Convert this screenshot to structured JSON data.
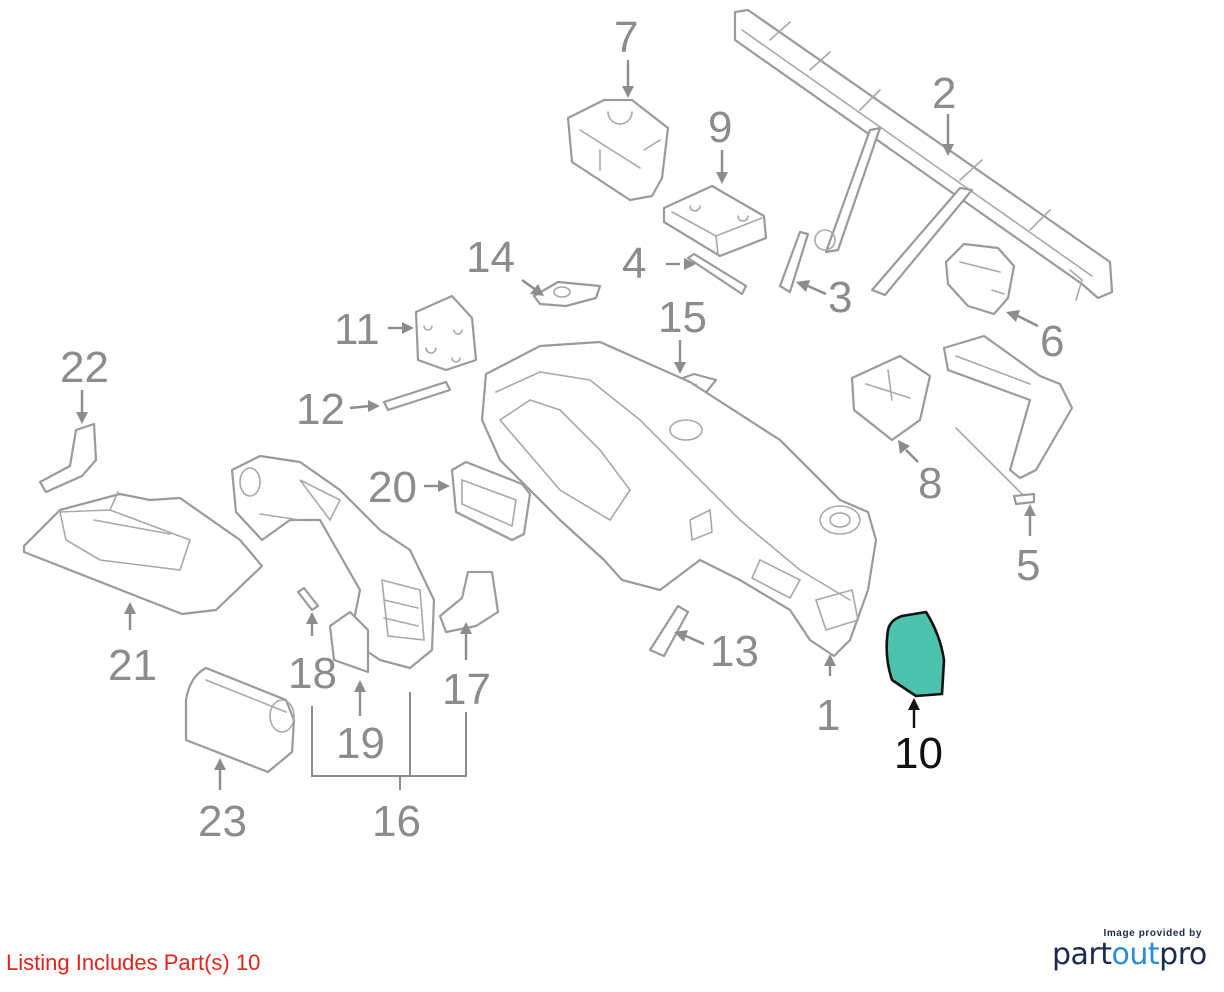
{
  "callouts": {
    "c1": "1",
    "c2": "2",
    "c3": "3",
    "c4": "4",
    "c5": "5",
    "c6": "6",
    "c7": "7",
    "c8": "8",
    "c9": "9",
    "c10": "10",
    "c11": "11",
    "c12": "12",
    "c13": "13",
    "c14": "14",
    "c15": "15",
    "c16": "16",
    "c17": "17",
    "c18": "18",
    "c19": "19",
    "c20": "20",
    "c21": "21",
    "c22": "22",
    "c23": "23"
  },
  "highlighted_part": "10",
  "colors": {
    "highlight_fill": "#4dc2ad",
    "listing_text": "#e8221b",
    "brand_dark": "#1b2b4d",
    "brand_accent": "#2a8fd8"
  },
  "footer": {
    "listing_text": "Listing Includes Part(s) 10"
  },
  "logo": {
    "caption": "Image provided by",
    "word_part1": "part",
    "word_part2": "out",
    "word_part3": "pro"
  }
}
